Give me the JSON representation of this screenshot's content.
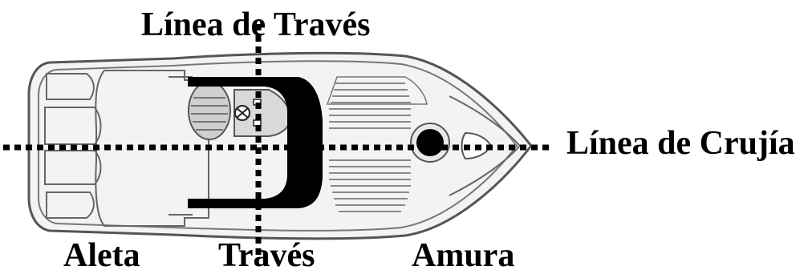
{
  "labels": {
    "traves_line": "Línea de Través",
    "crujia_line": "Línea de Crujía",
    "aleta": "Aleta",
    "traves": "Través",
    "amura": "Amura"
  },
  "colors": {
    "hull_outline": "#555555",
    "deck": "#f3f3f3",
    "cabin": "#000000",
    "dotted_line": "#000000"
  }
}
